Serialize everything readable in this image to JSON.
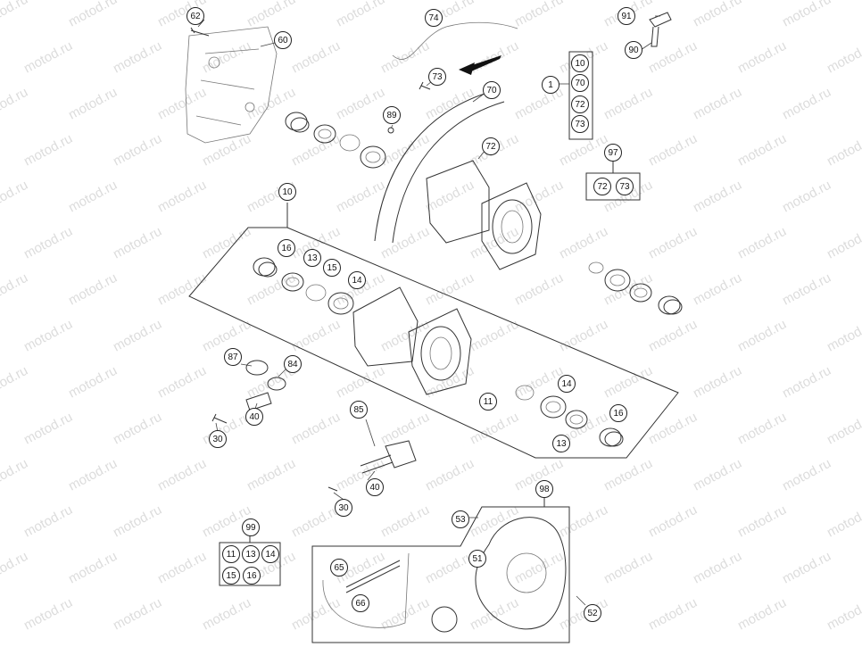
{
  "watermark": "motod.ru",
  "callouts": {
    "c62": "62",
    "c60": "60",
    "c74": "74",
    "c91": "91",
    "c90": "90",
    "c73a": "73",
    "c70a": "70",
    "c89": "89",
    "c72a": "72",
    "c1": "1",
    "k10": "10",
    "k70": "70",
    "k72": "72",
    "k73": "73",
    "c97": "97",
    "k97_72": "72",
    "k97_73": "73",
    "c10": "10",
    "c16a": "16",
    "c13a": "13",
    "c15": "15",
    "c14a": "14",
    "c11": "11",
    "c14b": "14",
    "c16b": "16",
    "c13b": "13",
    "c87": "87",
    "c84": "84",
    "c40a": "40",
    "c30a": "30",
    "c85": "85",
    "c40b": "40",
    "c30b": "30",
    "c98": "98",
    "c53": "53",
    "c51": "51",
    "c52": "52",
    "c65": "65",
    "c66": "66",
    "c99": "99",
    "k99_11": "11",
    "k99_13": "13",
    "k99_14": "14",
    "k99_15": "15",
    "k99_16": "16"
  }
}
